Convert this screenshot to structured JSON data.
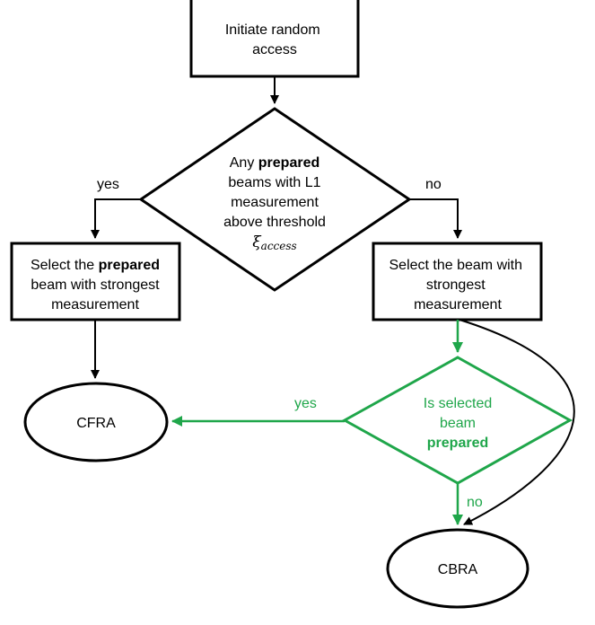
{
  "nodes": {
    "initiate": {
      "lines": [
        "Initiate random",
        "access"
      ]
    },
    "decision1": {
      "line1_prefix": "Any ",
      "line1_bold": "prepared",
      "line2": "beams with L1",
      "line3": "measurement",
      "line4": "above threshold",
      "symbol": "ξ",
      "subscript": "access"
    },
    "select_prepared": {
      "line1_prefix": "Select the ",
      "line1_bold": "prepared",
      "line2": "beam with strongest",
      "line3": "measurement"
    },
    "select_beam": {
      "lines": [
        "Select the beam with",
        "strongest",
        "measurement"
      ]
    },
    "decision2": {
      "line1": "Is selected",
      "line2": "beam",
      "line3_bold": "prepared"
    },
    "cfra": {
      "label": "CFRA"
    },
    "cbra": {
      "label": "CBRA"
    }
  },
  "edges": {
    "d1_yes": "yes",
    "d1_no": "no",
    "d2_yes": "yes",
    "d2_no": "no"
  },
  "colors": {
    "black": "#000000",
    "green": "#1fa64a"
  }
}
